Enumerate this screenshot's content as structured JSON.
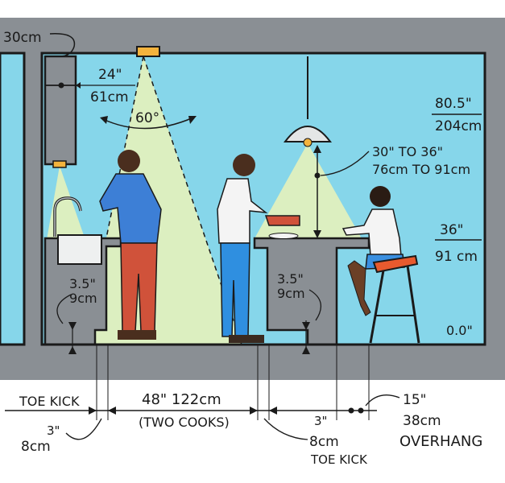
{
  "colors": {
    "wall": "#8a8f94",
    "room": "#86d6ea",
    "light_cone": "#dcefc0",
    "counter": "#8a8f94",
    "ink": "#1a1a1a",
    "lamp": "#f3b33d",
    "shirt_blue": "#3d7fd6",
    "pants_red": "#d0523a",
    "pants_blue": "#2f8fe0",
    "stool_seat": "#e85a2e",
    "shorts_blue": "#3a8fe0"
  },
  "labels": {
    "ceiling_offset": "30cm",
    "upper_cabinet_depth_in": "24\"",
    "upper_cabinet_depth_cm": "61cm",
    "beam_angle": "60°",
    "ceiling_height_in": "80.5\"",
    "ceiling_height_cm": "204cm",
    "pendant_drop_in": "30\" TO 36\"",
    "pendant_drop_cm": "76cm TO 91cm",
    "counter_height_in": "36\"",
    "counter_height_cm": "91 cm",
    "floor_level": "0.0\"",
    "left_toe_kick_in": "3.5\"",
    "left_toe_kick_cm": "9cm",
    "island_toe_kick_in": "3.5\"",
    "island_toe_kick_cm": "9cm",
    "bottom_toe_kick": "TOE KICK",
    "bottom_toe_kick_in": "3\"",
    "bottom_toe_kick_cm": "8cm",
    "aisle_width": "48\" 122cm",
    "aisle_note": "(TWO COOKS)",
    "island_toe_kick_depth_in": "3\"",
    "island_toe_kick_depth_cm": "8cm",
    "island_toe_kick_label": "TOE KICK",
    "overhang_in": "15\"",
    "overhang_cm": "38cm",
    "overhang_label": "OVERHANG"
  }
}
